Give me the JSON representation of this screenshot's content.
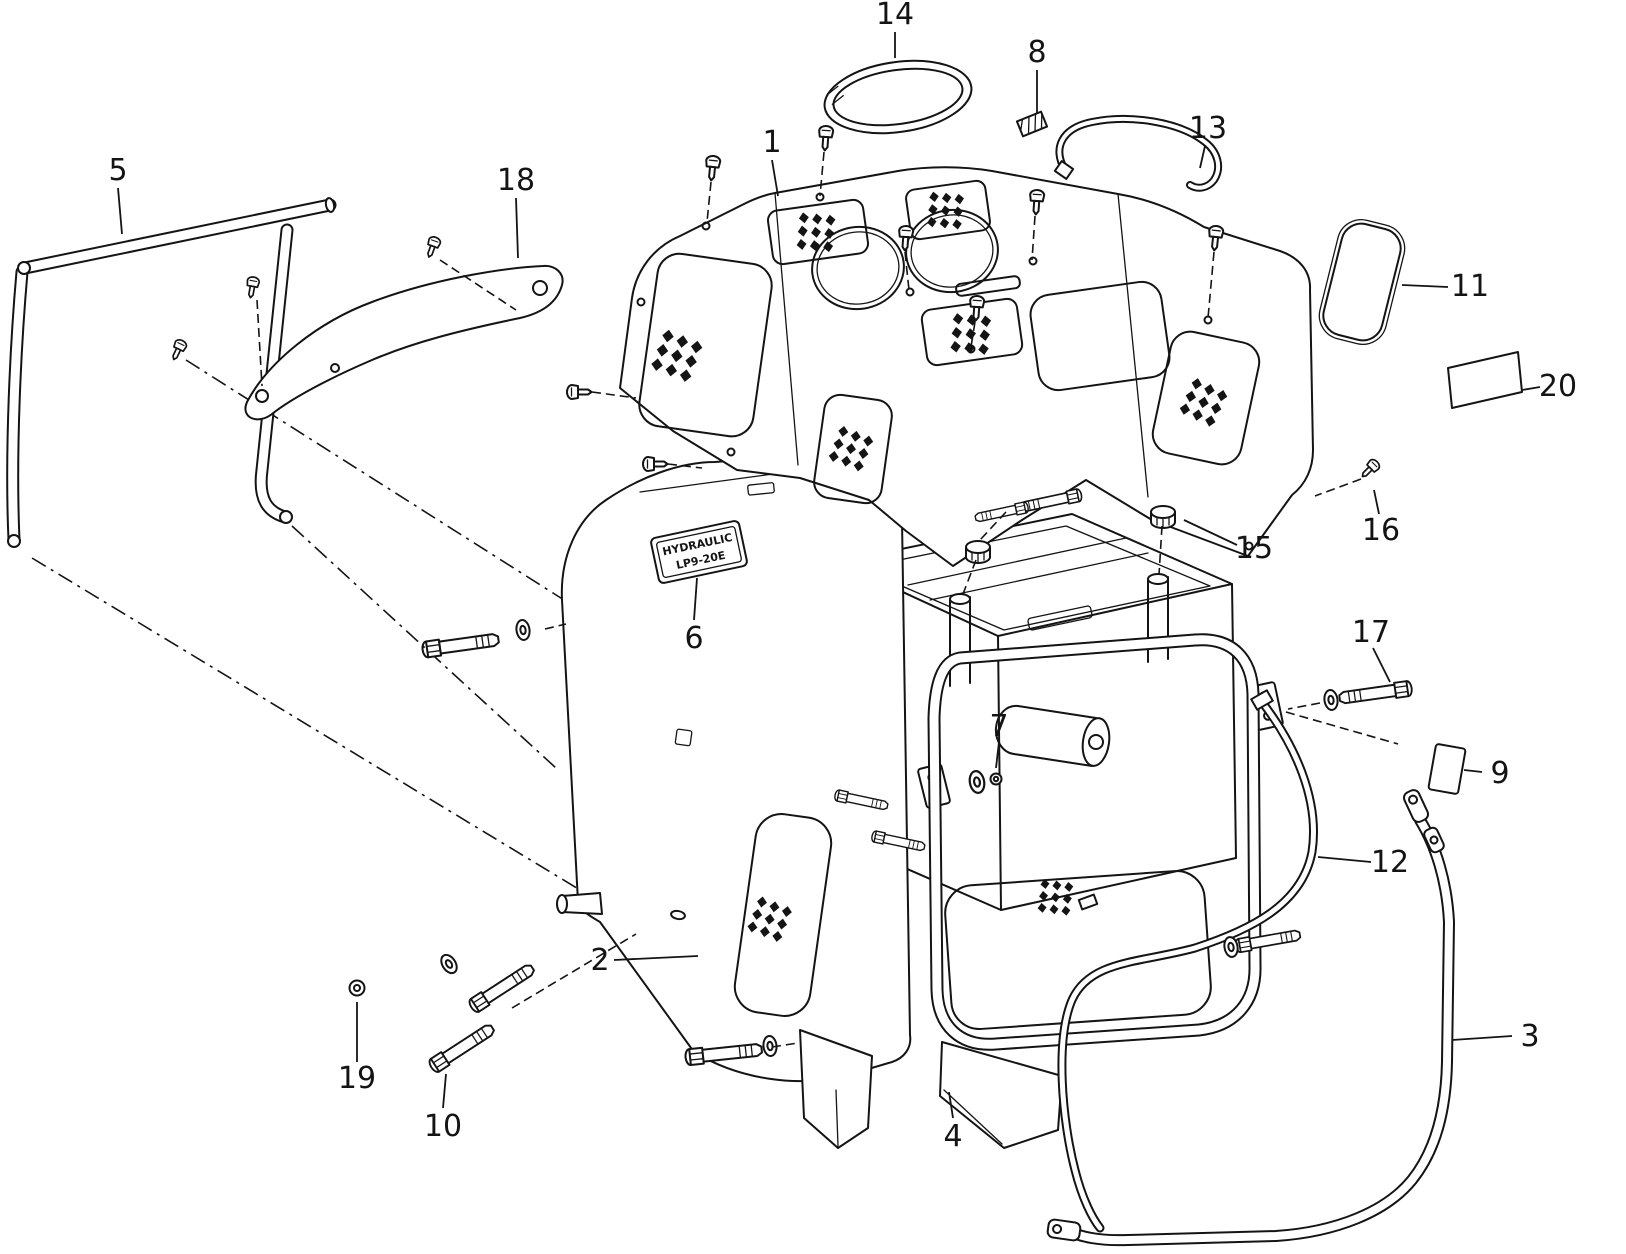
{
  "diagram": {
    "background_color": "#ffffff",
    "line_color": "#141414",
    "callouts": {
      "c1": "1",
      "c2": "2",
      "c3": "3",
      "c4": "4",
      "c5": "5",
      "c6": "6",
      "c7": "7",
      "c8": "8",
      "c9": "9",
      "c10": "10",
      "c11": "11",
      "c12": "12",
      "c13": "13",
      "c14": "14",
      "c15": "15",
      "c16": "16",
      "c17": "17",
      "c18": "18",
      "c19": "19",
      "c20": "20"
    },
    "plate": {
      "line1": "HYDRAULIC",
      "line2": "LP9-20E"
    }
  }
}
